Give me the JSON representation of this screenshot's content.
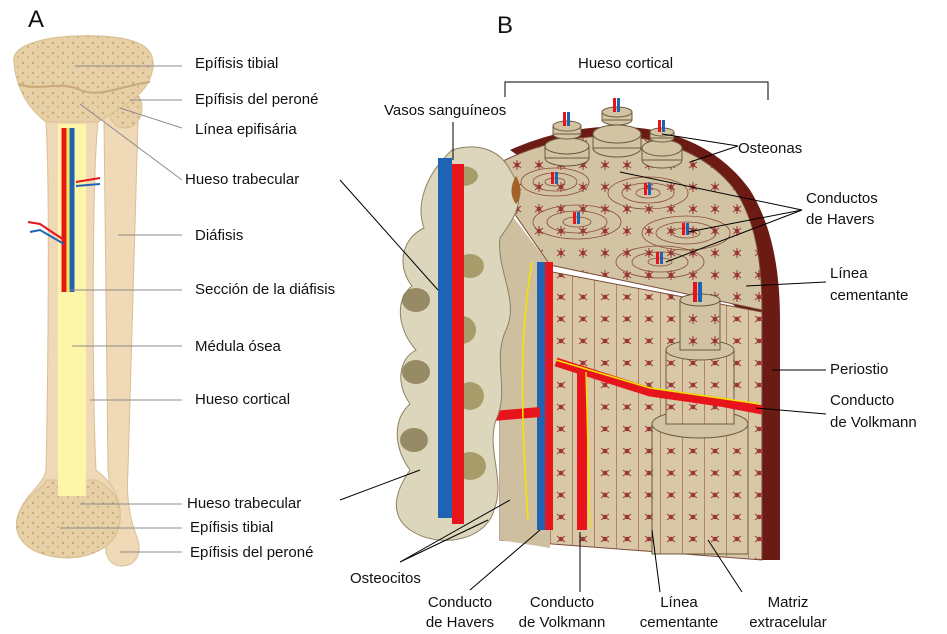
{
  "panels": {
    "a": "A",
    "b": "B"
  },
  "panel_a_labels": {
    "epifisis_tibial_top": "Epífisis tibial",
    "epifisis_perone_top": "Epífisis del peroné",
    "linea_epifisaria": "Línea epifisária",
    "hueso_trabecular_top": "Hueso trabecular",
    "diafisis": "Diáfisis",
    "seccion_diafisis": "Sección de la diáfisis",
    "medula_osea": "Médula ósea",
    "hueso_cortical": "Hueso cortical",
    "hueso_trabecular_bottom": "Hueso trabecular",
    "epifisis_tibial_bottom": "Epífisis tibial",
    "epifisis_perone_bottom": "Epífisis del peroné"
  },
  "panel_b_labels": {
    "hueso_cortical": "Hueso cortical",
    "vasos_sanguineos": "Vasos sanguíneos",
    "osteonas": "Osteonas",
    "conductos_havers_1": "Conductos",
    "conductos_havers_2": "de Havers",
    "linea_cementante_1": "Línea",
    "linea_cementante_2": "cementante",
    "periostio": "Periostio",
    "conducto_volkmann_1": "Conducto",
    "conducto_volkmann_2": "de Volkmann",
    "osteocitos": "Osteocitos",
    "bottom_havers_1": "Conducto",
    "bottom_havers_2": "de Havers",
    "bottom_volkmann_1": "Conducto",
    "bottom_volkmann_2": "de Volkmann",
    "bottom_linea_1": "Línea",
    "bottom_linea_2": "cementante",
    "bottom_matriz_1": "Matriz",
    "bottom_matriz_2": "extracelular"
  },
  "colors": {
    "bone": "#e7cfa6",
    "bone_dark": "#c9a97a",
    "marrow": "#fdf6a8",
    "artery": "#e8141c",
    "vein": "#1f64b4",
    "nerve": "#f5e300",
    "cortical": "#d8c8a6",
    "osteon": "#d2c3a3",
    "periosteum": "#6b1a14",
    "trabecular": "#dcd6bd",
    "osteocyte": "#9a3636",
    "leader_gray": "#8c8c8c",
    "leader_black": "#000000"
  }
}
